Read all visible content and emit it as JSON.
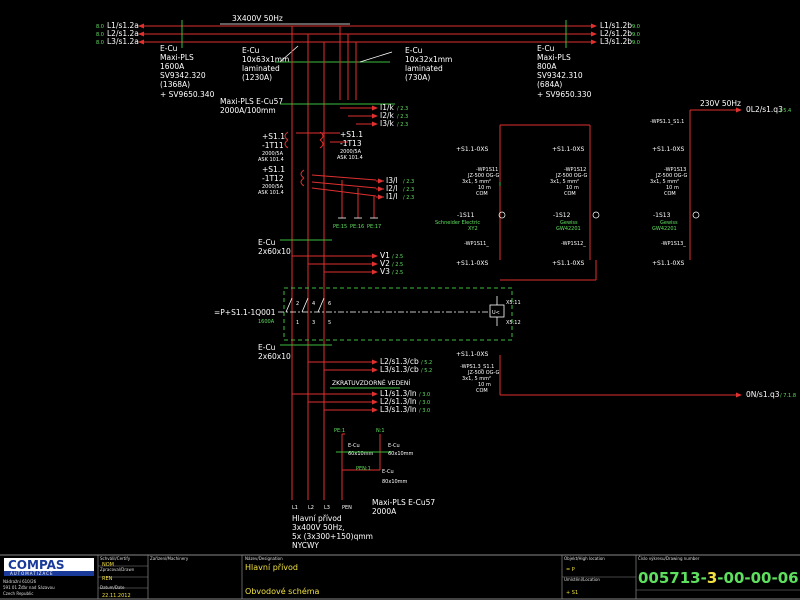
{
  "supply": {
    "rating": "3X400V 50Hz",
    "left_lines": [
      {
        "ref": "8.0",
        "label": "L1/s1.2a"
      },
      {
        "ref": "8.0",
        "label": "L2/s1.2a"
      },
      {
        "ref": "8.0",
        "label": "L3/s1.2a"
      }
    ],
    "right_lines": [
      {
        "label": "L1/s1.2b",
        "ref": "9.0"
      },
      {
        "label": "L2/s1.2b",
        "ref": "9.0"
      },
      {
        "label": "L3/s1.2b",
        "ref": "9.0"
      }
    ]
  },
  "busbar_left": [
    "E-Cu",
    "Maxi-PLS",
    "1600A",
    "SV9342.320",
    "(1368A)",
    "+ SV9650.340"
  ],
  "busbar_mid1": [
    "E-Cu",
    "10x63x1mm",
    "laminated",
    "(1230A)"
  ],
  "busbar_mid2": [
    "E-Cu",
    "10x32x1mm",
    "laminated",
    "(730A)"
  ],
  "busbar_right": [
    "E-Cu",
    "Maxi-PLS",
    "800A",
    "SV9342.310",
    "(684A)",
    "+ SV9650.330"
  ],
  "main_bus": [
    "Maxi-PLS  E-Cu57",
    "2000A/100mm"
  ],
  "ct_outputs_top": [
    {
      "label": "I1/k",
      "ref": "/ 2.3"
    },
    {
      "label": "I2/k",
      "ref": "/ 2.3"
    },
    {
      "label": "I3/k",
      "ref": "/ 2.3"
    }
  ],
  "ct_outputs_bottom": [
    {
      "label": "I3/l",
      "ref": "/ 2.3"
    },
    {
      "label": "I2/l",
      "ref": "/ 2.3"
    },
    {
      "label": "I1/l",
      "ref": "/ 2.3"
    }
  ],
  "ct1": {
    "loc": "+S1.1",
    "tag": "-1T11",
    "ratio": "2000/5A",
    "type": "ASK 101.4"
  },
  "ct2": {
    "loc": "+S1.1",
    "tag": "-1T12",
    "ratio": "2000/5A",
    "type": "ASK 101.4"
  },
  "ct3": {
    "loc": "+S1.1",
    "tag": "-1T13",
    "ratio": "2000/5A",
    "type": "ASK 101.4"
  },
  "pe_terminals": [
    "PE:15",
    "PE:16",
    "PE:17"
  ],
  "bus2": [
    "E-Cu",
    "2x60x10"
  ],
  "voltage_taps": [
    {
      "label": "V1",
      "ref": "/ 2.5"
    },
    {
      "label": "V2",
      "ref": "/ 2.5"
    },
    {
      "label": "V3",
      "ref": "/ 2.5"
    }
  ],
  "breaker": {
    "tag": "=P+S1.1-1Q001",
    "rating": "1600A",
    "pins_top": [
      "2",
      "4",
      "6"
    ],
    "pins_bottom": [
      "1",
      "3",
      "5"
    ],
    "uv": "U<",
    "xs_top": "X5:11",
    "xs_bottom": "X5:12"
  },
  "bus3": [
    "E-Cu",
    "2x60x10"
  ],
  "out_taps": [
    {
      "label": "L2/s1.3/cb",
      "ref": "/ 5.2"
    },
    {
      "label": "L3/s1.3/cb",
      "ref": "/ 5.2"
    }
  ],
  "short_circuit_note": "ZKRATUVZDORNÉ VEDENÍ",
  "out_lines": [
    {
      "label": "L1/s1.3/ln",
      "ref": "/ 3.0"
    },
    {
      "label": "L2/s1.3/ln",
      "ref": "/ 3.0"
    },
    {
      "label": "L3/s1.3/ln",
      "ref": "/ 3.0"
    }
  ],
  "pe_bar": {
    "tag": "PE:1",
    "mat": "E-Cu",
    "size": "60x10mm"
  },
  "n_bar": {
    "tag": "N:1",
    "mat": "E-Cu",
    "size": "60x10mm"
  },
  "pen_bar": {
    "tag": "PEN:1",
    "mat": "E-Cu",
    "size": "80x10mm"
  },
  "bottom_bus": [
    "Maxi-PLS  E-Cu57",
    "2000A"
  ],
  "bottom_phases": [
    "L1",
    "L2",
    "L3",
    "PEN"
  ],
  "main_feed": [
    "Hlavní přívod",
    "3x400V 50Hz,",
    "5x (3x300+150)qmm",
    "NYCWY"
  ],
  "aux_supply": {
    "label": "230V 50Hz",
    "tag": "0L2/s1.q3",
    "ref": "/ 5.4"
  },
  "aux_return": {
    "tag": "0N/s1.q3",
    "ref": "/ 7.1.8"
  },
  "fuses": [
    {
      "wp": "-WP1S11",
      "cable": "JZ-500 OG-G",
      "size": "3x1, 5 mm²",
      "len": "10 m",
      "com": "COM",
      "tag": "-1S11",
      "maker": "Schneider Electric",
      "type": "XY2",
      "top_term": "+S1.1-0XS",
      "bottom_term": "+S1.1-0XS",
      "wp_bottom": "-WP1S11_"
    },
    {
      "wp": "-WP1S12",
      "cable": "JZ-500 OG-G",
      "size": "3x1, 5 mm²",
      "len": "10 m",
      "com": "COM",
      "tag": "-1S12",
      "maker": "Gewiss",
      "type": "GW42201",
      "top_term": "+S1.1-0XS",
      "bottom_term": "+S1.1-0XS",
      "wp_bottom": "-WP1S12_"
    },
    {
      "wp": "-WP1S13",
      "cable": "JZ-500 OG-G",
      "size": "3x1, 5 mm²",
      "len": "10 m",
      "com": "COM",
      "tag": "-1S13",
      "maker": "Gewiss",
      "type": "GW42201",
      "top_term": "+S1.1-0XS",
      "bottom_term": "+S1.1-0XS",
      "wp_bottom": "-WP1S13_"
    }
  ],
  "aux_wp": "-WPS1.1_S1.1",
  "lower_term": {
    "tag": "+S1.1-0XS",
    "wp": "-WPS1.3_S1.1",
    "cable": "JZ-500 OG-G",
    "size": "3x1, 5 mm²",
    "len": "10 m",
    "com": "COM"
  },
  "title_block": {
    "company": "COMPAS",
    "company_sub": "AUTOMATIZACE",
    "address": [
      "Nádražní 610/26",
      "591 01 Žďár nad Sázavou",
      "Czech Republic"
    ],
    "drawn_lbl": "Schválil/Certify",
    "drawn_val": "NOM",
    "approved_lbl": "Zpracoval/Drawn",
    "approved_val": "REN",
    "date_lbl": "Datum/Date",
    "date_val": "22.11.2012",
    "machinery_lbl": "Zařízení/Machinery",
    "desc_lbl": "Název/Designation",
    "title1": "Hlavní přívod",
    "title2": "Obvodové schéma",
    "location_lbl": "Objekt/High location",
    "location_val": "= P",
    "install_lbl": "Umístění/Location",
    "install_val": "+ S1",
    "drawing_lbl": "Číslo výkresu/Drawing number",
    "drawing_no": [
      "005713-",
      "3",
      "-00-00-06"
    ]
  },
  "colors": {
    "wire": "#e03030",
    "bus": "#3dbb3d",
    "text": "#ffffff",
    "ref": "#5ee05e",
    "title": "#f0e040"
  }
}
